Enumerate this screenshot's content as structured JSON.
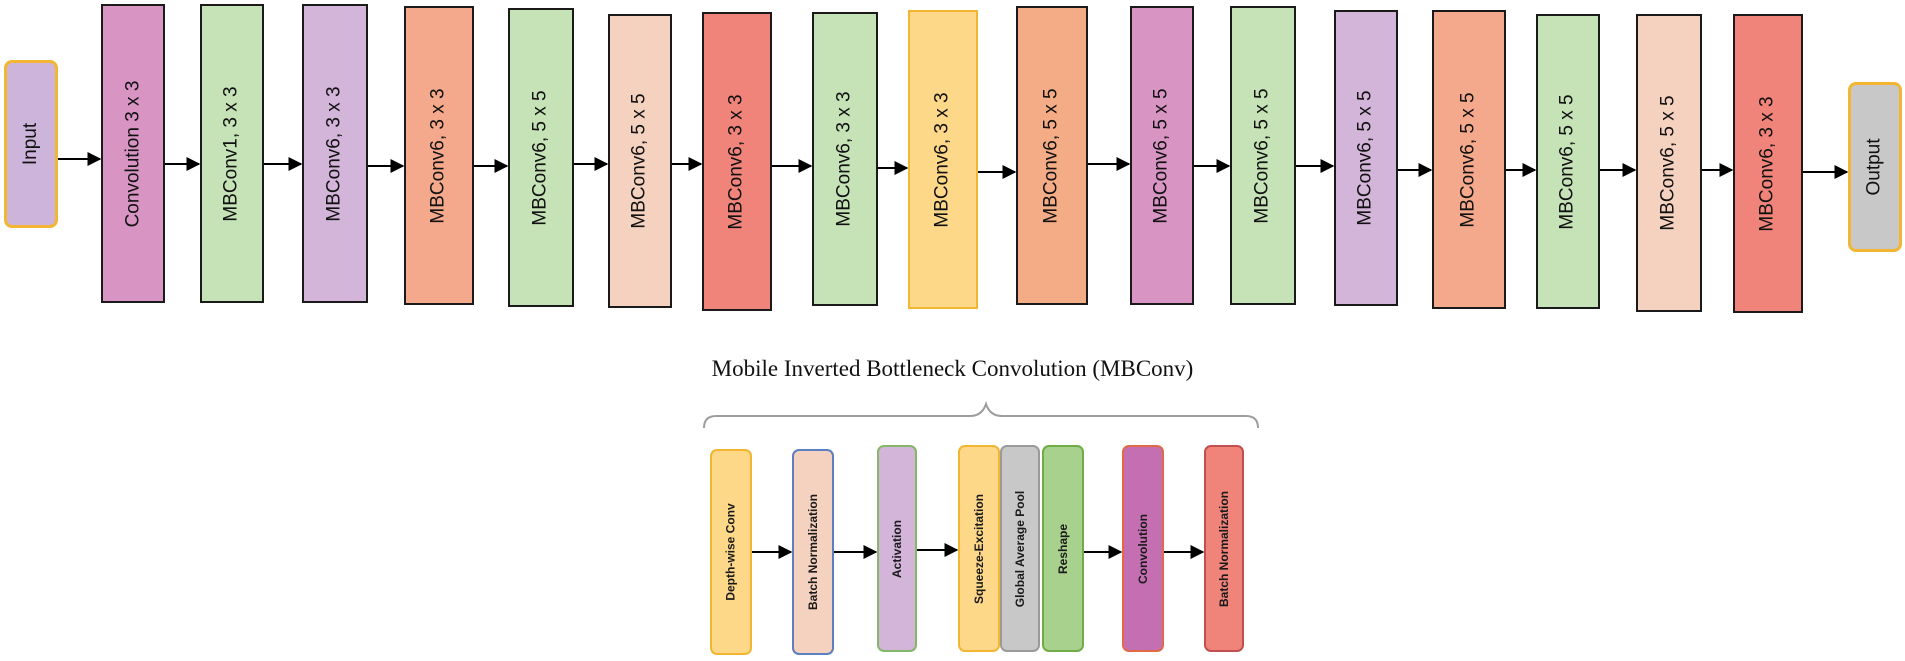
{
  "main_flow": {
    "input": {
      "label": "Input",
      "fill": "#cdb4db",
      "stroke": "#f2b632"
    },
    "output": {
      "label": "Output",
      "fill": "#c8c8c8",
      "stroke": "#f2b632"
    },
    "blocks": [
      {
        "label": "Convolution 3 x 3",
        "fill": "#d895c4"
      },
      {
        "label": "MBConv1, 3 x 3",
        "fill": "#c6e2b7"
      },
      {
        "label": "MBConv6, 3 x 3",
        "fill": "#d2b5d9"
      },
      {
        "label": "MBConv6, 3 x 3",
        "fill": "#f5a98c"
      },
      {
        "label": "MBConv6, 5 x 5",
        "fill": "#c6e2b7"
      },
      {
        "label": "MBConv6, 5 x 5",
        "fill": "#f5d2bf"
      },
      {
        "label": "MBConv6, 3 x 3",
        "fill": "#f0847a"
      },
      {
        "label": "MBConv6, 3 x 3",
        "fill": "#c6e2b7"
      },
      {
        "label": "MBConv6, 3 x 3",
        "fill": "#fdd889",
        "stroke": "#f2b632"
      },
      {
        "label": "MBConv6, 5 x 5",
        "fill": "#f4ac86"
      },
      {
        "label": "MBConv6, 5 x 5",
        "fill": "#d895c4"
      },
      {
        "label": "MBConv6, 5 x 5",
        "fill": "#c6e2b7"
      },
      {
        "label": "MBConv6, 5 x 5",
        "fill": "#d2b5d9"
      },
      {
        "label": "MBConv6, 5 x 5",
        "fill": "#f5a98c"
      },
      {
        "label": "MBConv6, 5 x 5",
        "fill": "#c6e2b7"
      },
      {
        "label": "MBConv6, 5 x 5",
        "fill": "#f5d2bf"
      },
      {
        "label": "MBConv6, 3 x 3",
        "fill": "#f0847a"
      }
    ]
  },
  "mbconv_detail": {
    "title": "Mobile Inverted Bottleneck Convolution (MBConv)",
    "blocks": [
      {
        "label": "Depth-wise Conv",
        "fill": "#fdd889",
        "stroke": "#f2b632"
      },
      {
        "label": "Batch Normalization",
        "fill": "#f5d2bf",
        "stroke": "#5b7fc0"
      },
      {
        "label": "Activation",
        "fill": "#d2b5d9",
        "stroke": "#84b868"
      },
      {
        "label": "Squeeze-Excitation",
        "fill": "#fdd889",
        "stroke": "#f2b632"
      },
      {
        "label": "Global Average Pool",
        "fill": "#c8c8c8",
        "stroke": "#9a9a9a"
      },
      {
        "label": "Reshape",
        "fill": "#a9d18e",
        "stroke": "#70ad47"
      },
      {
        "label": "Convolution",
        "fill": "#c46fb2",
        "stroke": "#e06a48"
      },
      {
        "label": "Batch Normalization",
        "fill": "#f0847a",
        "stroke": "#c0504d"
      }
    ]
  }
}
